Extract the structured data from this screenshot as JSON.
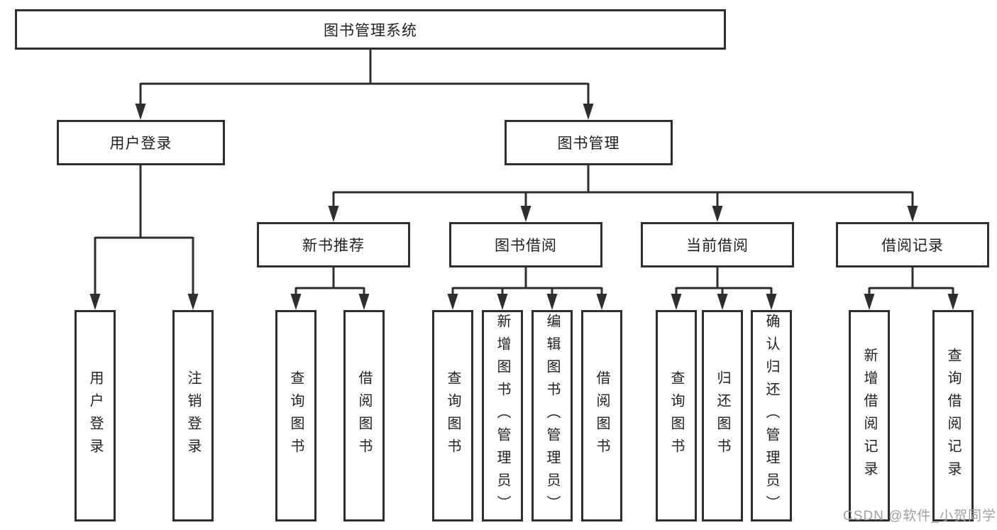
{
  "diagram": {
    "root": {
      "label": "图书管理系统"
    },
    "level2": [
      {
        "label": "用户登录"
      },
      {
        "label": "图书管理"
      }
    ],
    "level3": [
      {
        "label": "新书推荐",
        "parent": "图书管理"
      },
      {
        "label": "图书借阅",
        "parent": "图书管理"
      },
      {
        "label": "当前借阅",
        "parent": "图书管理"
      },
      {
        "label": "借阅记录",
        "parent": "图书管理"
      }
    ],
    "leaves": [
      {
        "label": "用户登录",
        "parent": "用户登录"
      },
      {
        "label": "注销登录",
        "parent": "用户登录"
      },
      {
        "label": "查询图书",
        "parent": "新书推荐"
      },
      {
        "label": "借阅图书",
        "parent": "新书推荐"
      },
      {
        "label": "查询图书",
        "parent": "图书借阅"
      },
      {
        "label": "新增图书（管理员）",
        "parent": "图书借阅"
      },
      {
        "label": "编辑图书（管理员）",
        "parent": "图书借阅"
      },
      {
        "label": "借阅图书",
        "parent": "图书借阅"
      },
      {
        "label": "查询图书",
        "parent": "当前借阅"
      },
      {
        "label": "归还图书",
        "parent": "当前借阅"
      },
      {
        "label": "确认归还（管理员）",
        "parent": "当前借阅"
      },
      {
        "label": "新增借阅记录",
        "parent": "借阅记录"
      },
      {
        "label": "查询借阅记录",
        "parent": "借阅记录"
      }
    ]
  },
  "watermark": {
    "text": "CSDN @软件_小贺同学",
    "color": "#a0a0a0"
  },
  "colors": {
    "line": "#2e2e2e",
    "box_background": "#ffffff",
    "text": "#1f1f1f"
  }
}
